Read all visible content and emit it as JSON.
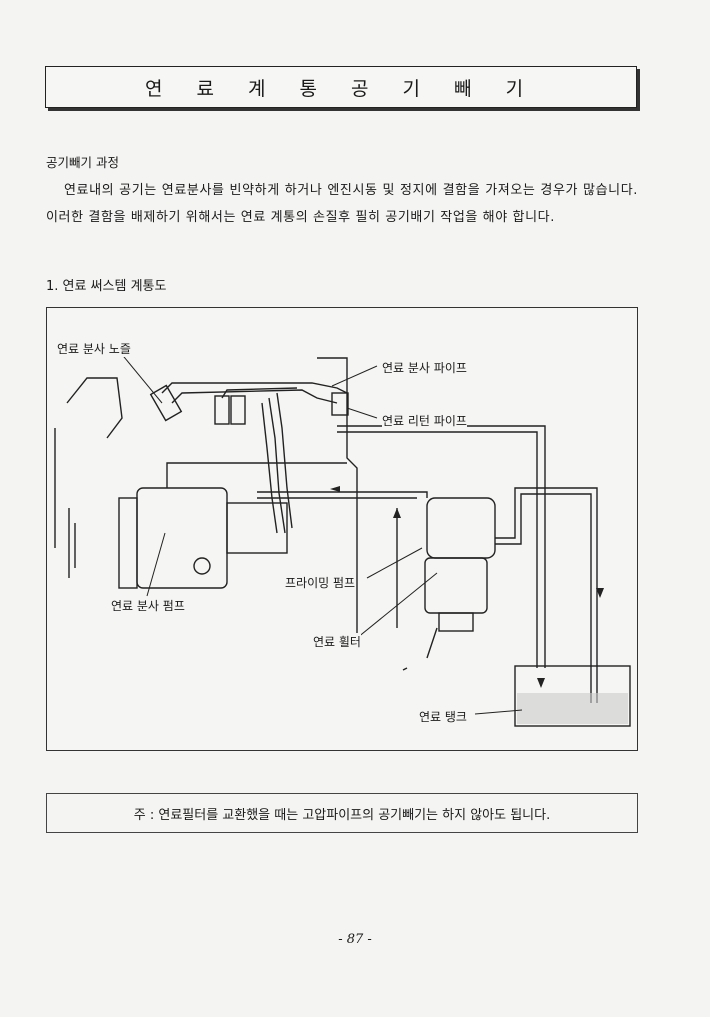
{
  "title": "연 료 계 통 공 기 빼 기",
  "subheading": "공기빼기 과정",
  "paragraph": "연료내의 공기는 연료분사를 빈약하게 하거나 엔진시동 및 정지에 결함을 가져오는 경우가 많습니다. 이러한 결함을 배제하기 위해서는 연료 계통의 손질후 필히 공기배기 작업을 해야 합니다.",
  "section_title": "1. 연료 써스템 계통도",
  "diagram": {
    "labels": {
      "nozzle": "연료 분사 노즐",
      "injection_pipe": "연료 분사 파이프",
      "return_pipe": "연료 리턴 파이프",
      "injection_pump": "연료 분사 펌프",
      "priming_pump": "프라이밍 펌프",
      "filter": "연료 휠터",
      "tank": "연료 탱크"
    }
  },
  "note": "주 : 연료필터를 교환했을 때는 고압파이프의 공기빼기는 하지 않아도 됩니다.",
  "page_number": "- 87 -"
}
